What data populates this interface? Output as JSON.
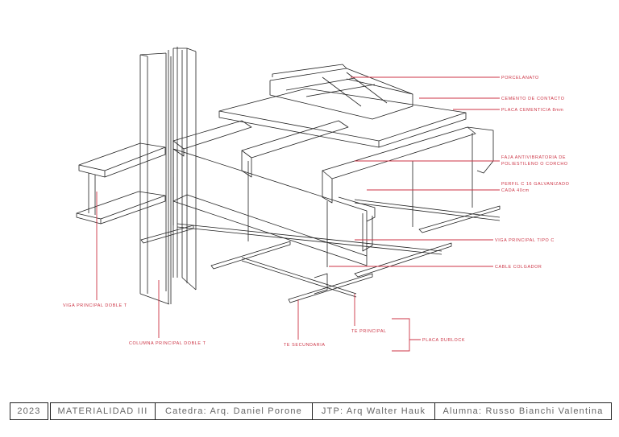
{
  "callouts": {
    "porcelanato": "PORCELANATO",
    "cemento_contacto": "CEMENTO DE CONTACTO",
    "placa_cementicia": "PLACA CEMENTICIA 8mm",
    "faja_line1": "FAJA ANTIVIBRATORIA DE",
    "faja_line2": "POLIESTILENO O CORCHO",
    "perfil_line1": "PERFIL C 16 GALVANIZADO",
    "perfil_line2": "CADA 40cm",
    "viga_principal_c": "VIGA PRINCIPAL TIPO C",
    "cable_colgador": "CABLE COLGADOR",
    "viga_doble_t": "VIGA PRINCIPAL DOBLE T",
    "columna_doble_t": "COLUMNA PRINCIPAL DOBLE T",
    "te_principal": "TE PRINCIPAL",
    "te_secundaria": "TE SECUNDARIA",
    "placa_durlock": "PLACA DURLOCK"
  },
  "title_block": {
    "year": "2023",
    "course": "MATERIALIDAD III",
    "chair": "Catedra: Arq. Daniel Porone",
    "jtp": "JTP: Arq Walter Hauk",
    "student": "Alumna: Russo Bianchi Valentina"
  },
  "colors": {
    "linework": "#222222",
    "leader": "#cc3344",
    "titleblock_text": "#666666"
  }
}
